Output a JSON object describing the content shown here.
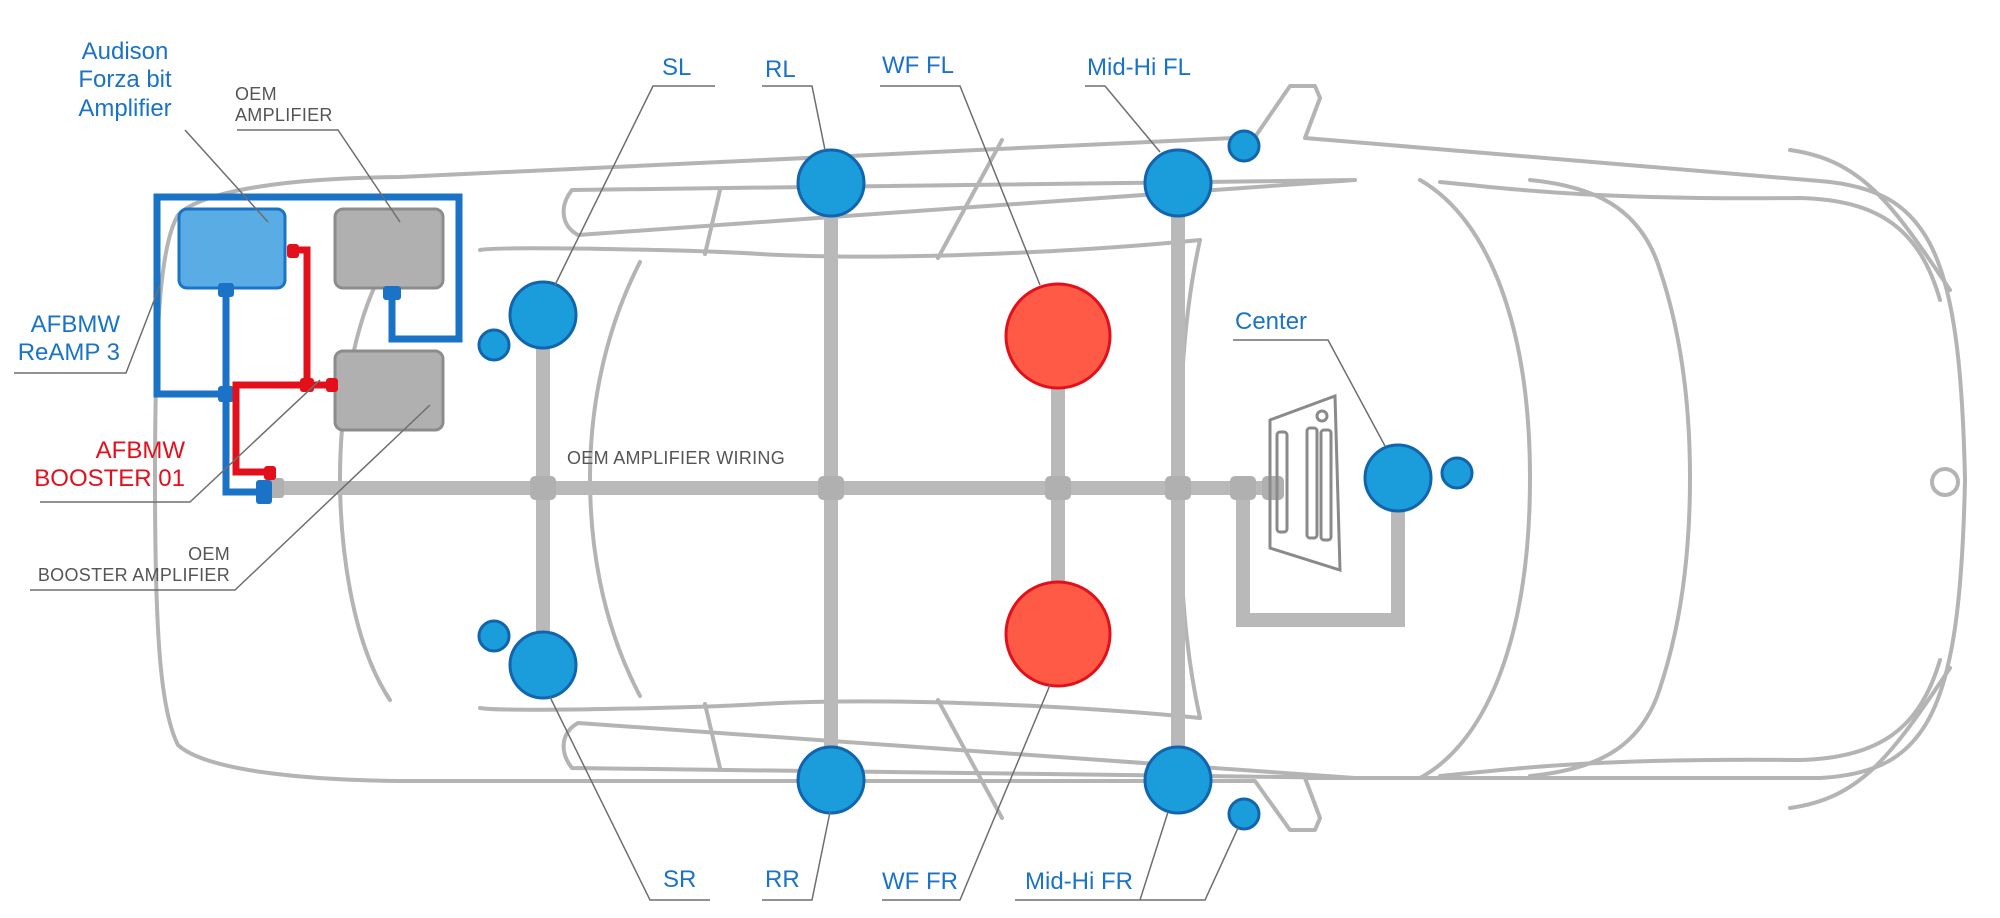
{
  "colors": {
    "car_outline": "#b4b4b4",
    "oem_wiring": "#b9b9b9",
    "speaker_blue": "#1b9ddb",
    "speaker_blue_stroke": "#1264ad",
    "woofer_red": "#ff5a45",
    "woofer_red_stroke": "#e3101b",
    "amp_blue": "#5aade4",
    "amp_grey": "#b0b0b0",
    "wire_blue": "#1a73c6",
    "wire_red": "#e3101b",
    "label_blue": "#1a73c6",
    "label_red": "#e3101b",
    "label_grey": "#555555"
  },
  "labels": {
    "audison_line1": "Audison",
    "audison_line2": "Forza bit",
    "audison_line3": "Amplifier",
    "oem_amp_line1": "OEM",
    "oem_amp_line2": "AMPLIFIER",
    "reamp_line1": "AFBMW",
    "reamp_line2": "ReAMP 3",
    "booster01_line1": "AFBMW",
    "booster01_line2": "BOOSTER 01",
    "oem_booster_line1": "OEM",
    "oem_booster_line2": "BOOSTER AMPLIFIER",
    "oem_wiring": "OEM AMPLIFIER WIRING",
    "sl": "SL",
    "rl": "RL",
    "wf_fl": "WF FL",
    "midhi_fl": "Mid-Hi FL",
    "center": "Center",
    "sr": "SR",
    "rr": "RR",
    "wf_fr": "WF FR",
    "midhi_fr": "Mid-Hi FR"
  }
}
